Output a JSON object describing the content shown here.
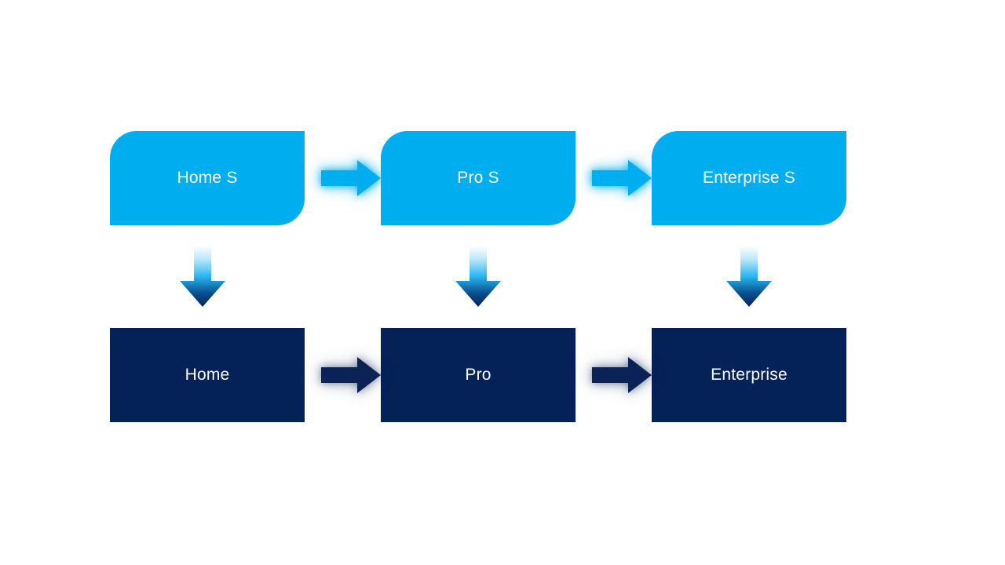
{
  "diagram": {
    "title": "Tier progression diagram",
    "background_color": "#ffffff",
    "colors": {
      "service_tier": "#00aeef",
      "base_tier": "#042258",
      "arrow_cyan": "#00aeef",
      "arrow_navy": "#0a2256",
      "gradient_top": "#ffffff",
      "gradient_mid": "#17b4ef",
      "gradient_bottom": "#042258",
      "label_text": "#ffffff"
    },
    "rows": [
      {
        "id": "service-row",
        "name": "service-tier-row",
        "nodes": [
          {
            "id": "home-s",
            "label": "Home S"
          },
          {
            "id": "pro-s",
            "label": "Pro S"
          },
          {
            "id": "enterprise-s",
            "label": "Enterprise S"
          }
        ],
        "connectors": [
          {
            "id": "service-arrow-1",
            "icon": "arrow-right-icon",
            "from": "home-s",
            "to": "pro-s"
          },
          {
            "id": "service-arrow-2",
            "icon": "arrow-right-icon",
            "from": "pro-s",
            "to": "enterprise-s"
          }
        ]
      },
      {
        "id": "base-row",
        "name": "base-tier-row",
        "nodes": [
          {
            "id": "home",
            "label": "Home"
          },
          {
            "id": "pro",
            "label": "Pro"
          },
          {
            "id": "enterprise",
            "label": "Enterprise"
          }
        ],
        "connectors": [
          {
            "id": "base-arrow-1",
            "icon": "arrow-right-icon",
            "from": "home",
            "to": "pro"
          },
          {
            "id": "base-arrow-2",
            "icon": "arrow-right-icon",
            "from": "pro",
            "to": "enterprise"
          }
        ]
      }
    ],
    "vertical_connectors": [
      {
        "id": "down-arrow-home",
        "icon": "arrow-down-icon",
        "from": "home-s",
        "to": "home"
      },
      {
        "id": "down-arrow-pro",
        "icon": "arrow-down-icon",
        "from": "pro-s",
        "to": "pro"
      },
      {
        "id": "down-arrow-enterprise",
        "icon": "arrow-down-icon",
        "from": "enterprise-s",
        "to": "enterprise"
      }
    ]
  }
}
